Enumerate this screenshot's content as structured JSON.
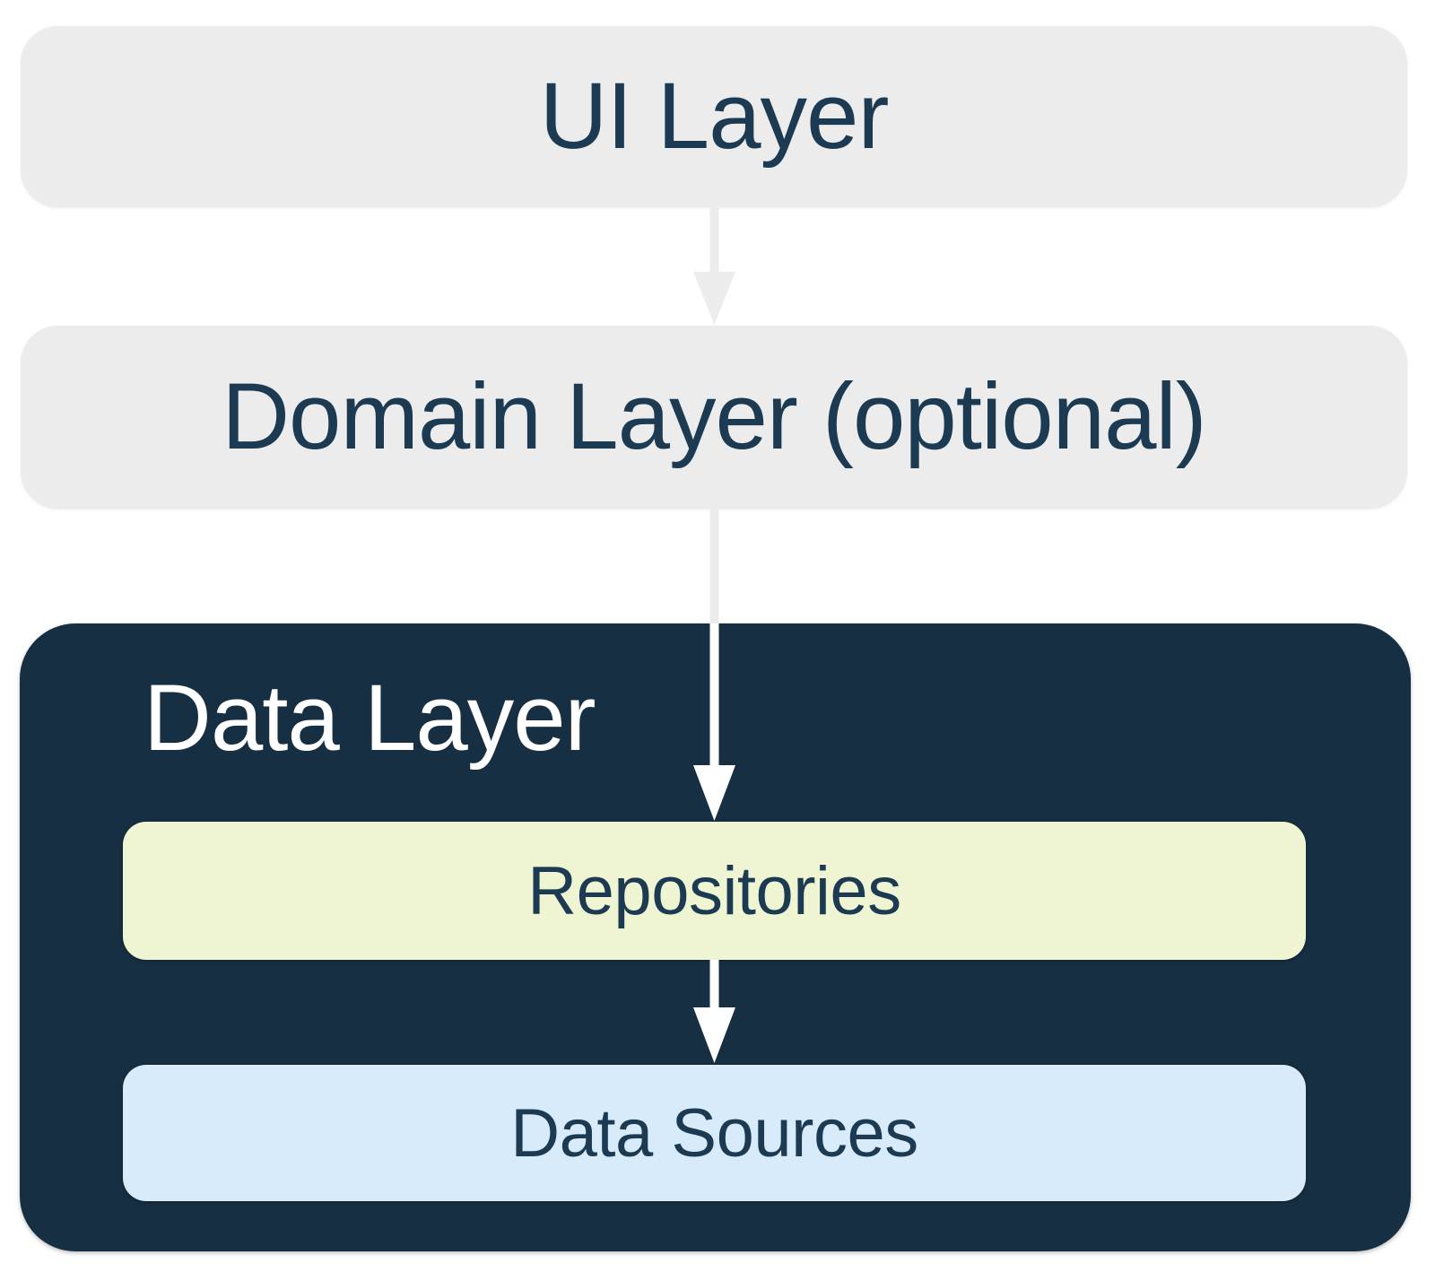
{
  "diagram": {
    "title_semantics": "Android app architecture layers",
    "ui_layer": {
      "label": "UI Layer"
    },
    "domain_layer": {
      "label": "Domain Layer (optional)"
    },
    "data_layer": {
      "label": "Data Layer",
      "children": {
        "repositories": {
          "label": "Repositories"
        },
        "data_sources": {
          "label": "Data Sources"
        }
      }
    },
    "colors": {
      "background": "#FFFFFF",
      "light_gray_box": "#ECECEC",
      "dark_navy_box": "#162F42",
      "navy_text": "#1C3B52",
      "white_text": "#FFFFFF",
      "repositories_fill": "#EFF5D2",
      "data_sources_fill": "#D8EBFB",
      "gray_arrow": "#ECECEC",
      "white_arrow": "#FFFFFF"
    }
  }
}
